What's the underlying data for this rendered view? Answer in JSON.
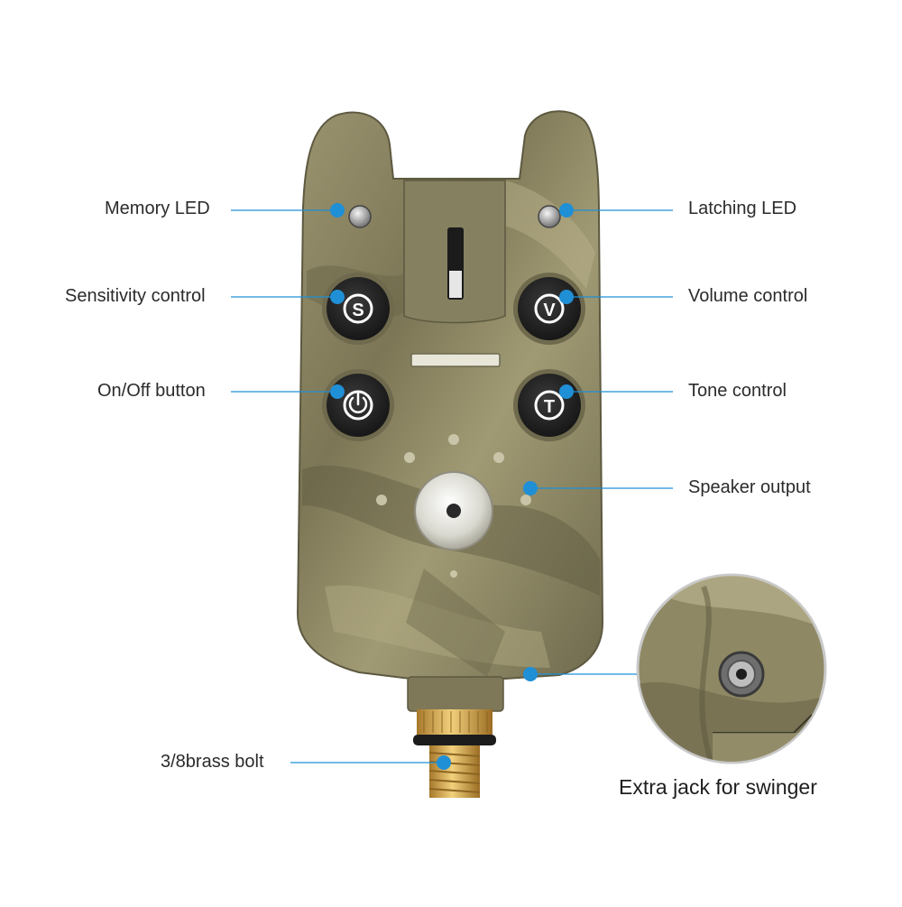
{
  "callouts": {
    "memory_led": "Memory LED",
    "latching_led": "Latching LED",
    "sensitivity_control": "Sensitivity control",
    "volume_control": "Volume control",
    "on_off_button": "On/Off button",
    "tone_control": "Tone control",
    "speaker_output": "Speaker output",
    "brass_bolt": "3/8brass bolt"
  },
  "inset_caption": "Extra jack for swinger",
  "buttons": {
    "sensitivity_letter": "S",
    "volume_letter": "V",
    "tone_letter": "T"
  },
  "colors": {
    "callout_line": "#1f8fd6",
    "callout_dot": "#1f8fd6",
    "camo_base": "#8a8462",
    "brass": "#c9a45a"
  }
}
